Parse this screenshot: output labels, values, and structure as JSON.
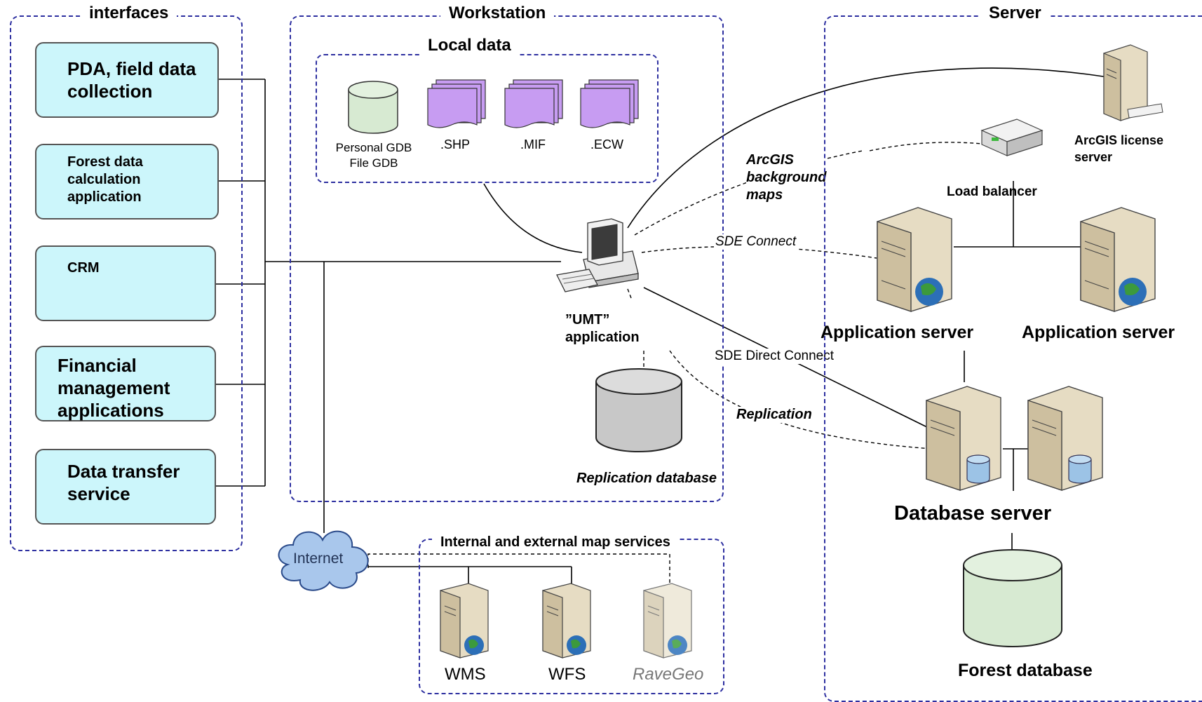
{
  "groups": {
    "interfaces": "interfaces",
    "workstation": "Workstation",
    "local_data": "Local data",
    "server": "Server",
    "map_services": "Internal and external map services"
  },
  "interfaces": [
    {
      "label_lines": [
        "PDA, field data",
        "collection"
      ]
    },
    {
      "label_lines": [
        "Forest data",
        "calculation",
        "application"
      ]
    },
    {
      "label_lines": [
        "CRM"
      ]
    },
    {
      "label_lines": [
        "Financial",
        "management",
        "applications"
      ]
    },
    {
      "label_lines": [
        "Data transfer",
        "service"
      ]
    }
  ],
  "local_data": {
    "gdb_lines": [
      "Personal GDB",
      "File GDB"
    ],
    "formats": [
      ".SHP",
      ".MIF",
      ".ECW"
    ]
  },
  "workstation": {
    "umt_lines": [
      "”UMT”",
      "application"
    ],
    "replication_db": "Replication database"
  },
  "connections": {
    "arcgis_maps_lines": [
      "ArcGIS",
      "background",
      "maps"
    ],
    "sde_connect": "SDE Connect",
    "sde_direct": "SDE Direct Connect",
    "replication": "Replication"
  },
  "server": {
    "license_lines": [
      "ArcGIS license",
      "server"
    ],
    "load_balancer": "Load balancer",
    "app_server_1": "Application server",
    "app_server_2": "Application server",
    "db_server": "Database server",
    "forest_db": "Forest database"
  },
  "internet": "Internet",
  "map_services": [
    "WMS",
    "WFS",
    "RaveGeo"
  ],
  "colors": {
    "group_border": "#2d2fa0",
    "interface_fill": "#ccf6fb",
    "file_fill": "#c79cf2",
    "db_green": "#d7ead2",
    "db_gray": "#c8c8c8",
    "server_tan": "#e6dcc3",
    "cloud_blue": "#a9c7ec"
  }
}
